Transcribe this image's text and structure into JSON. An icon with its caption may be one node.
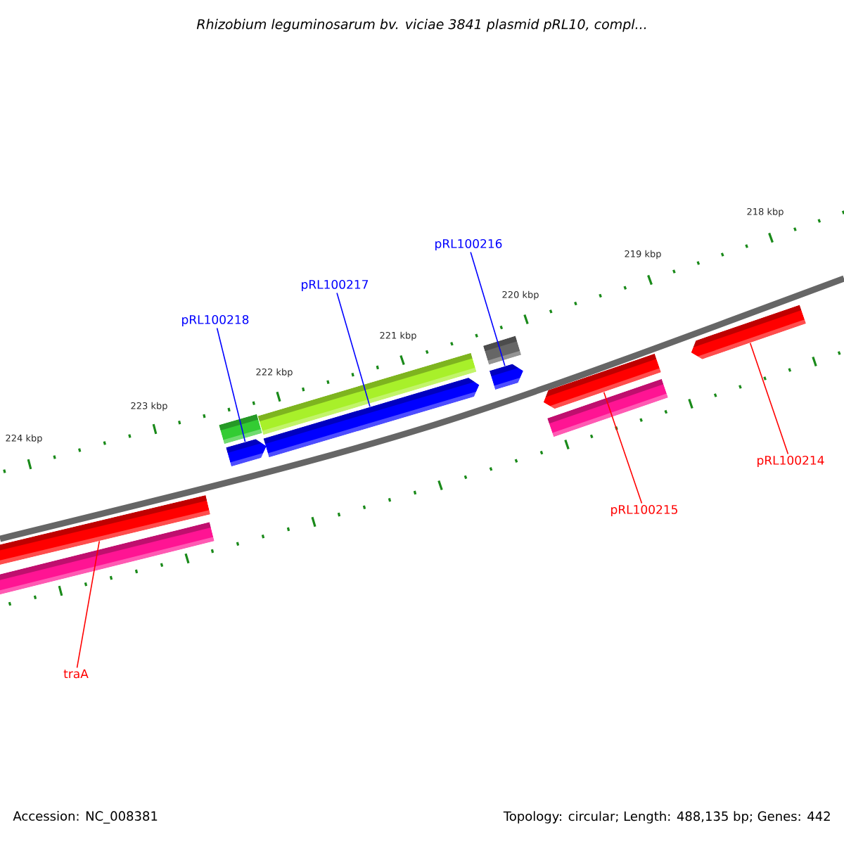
{
  "diagram": {
    "title": "Rhizobium leguminosarum bv. viciae 3841 plasmid pRL10, compl...",
    "nodes": [
      {
        "text": [
          "pRL100218"
        ]
      },
      {
        "text": [
          "pRL100217"
        ]
      },
      {
        "text": [
          "pRL100216"
        ]
      },
      {
        "text": [
          "pRL100215"
        ]
      },
      {
        "text": [
          "pRL100214"
        ]
      },
      {
        "text": [
          "traA"
        ]
      },
      {
        "text": [],
        "shape": "bar"
      },
      {
        "text": [],
        "shape": "bar"
      },
      {
        "text": [],
        "shape": "bar"
      },
      {
        "text": [],
        "shape": "bar"
      },
      {
        "text": [],
        "shape": "arrow"
      },
      {
        "text": [],
        "shape": "arrow"
      },
      {
        "text": [],
        "shape": "bar"
      },
      {
        "text": [],
        "shape": "arrow"
      },
      {
        "text": [],
        "shape": "arrow"
      },
      {
        "text": [],
        "shape": "bar"
      },
      {
        "text": [],
        "shape": "arrow"
      }
    ],
    "edges": [
      {
        "from": 0,
        "to": 10,
        "arrow": "none",
        "color": "#0000ff"
      },
      {
        "from": 1,
        "to": 11,
        "arrow": "none",
        "color": "#0000ff"
      },
      {
        "from": 2,
        "to": 13,
        "arrow": "none",
        "color": "#0000ff"
      },
      {
        "from": 3,
        "to": 14,
        "arrow": "none",
        "color": "#ff0000"
      },
      {
        "from": 4,
        "to": 16,
        "arrow": "none",
        "color": "#ff0000"
      },
      {
        "from": 5,
        "to": 6,
        "arrow": "none",
        "color": "#ff0000"
      }
    ],
    "labels": [
      "218 kbp",
      "219 kbp",
      "220 kbp",
      "221 kbp",
      "222 kbp",
      "223 kbp",
      "224 kbp",
      "Accession: NC_008381",
      "Topology: circular; Length: 488,135 bp; Genes: 442"
    ]
  }
}
